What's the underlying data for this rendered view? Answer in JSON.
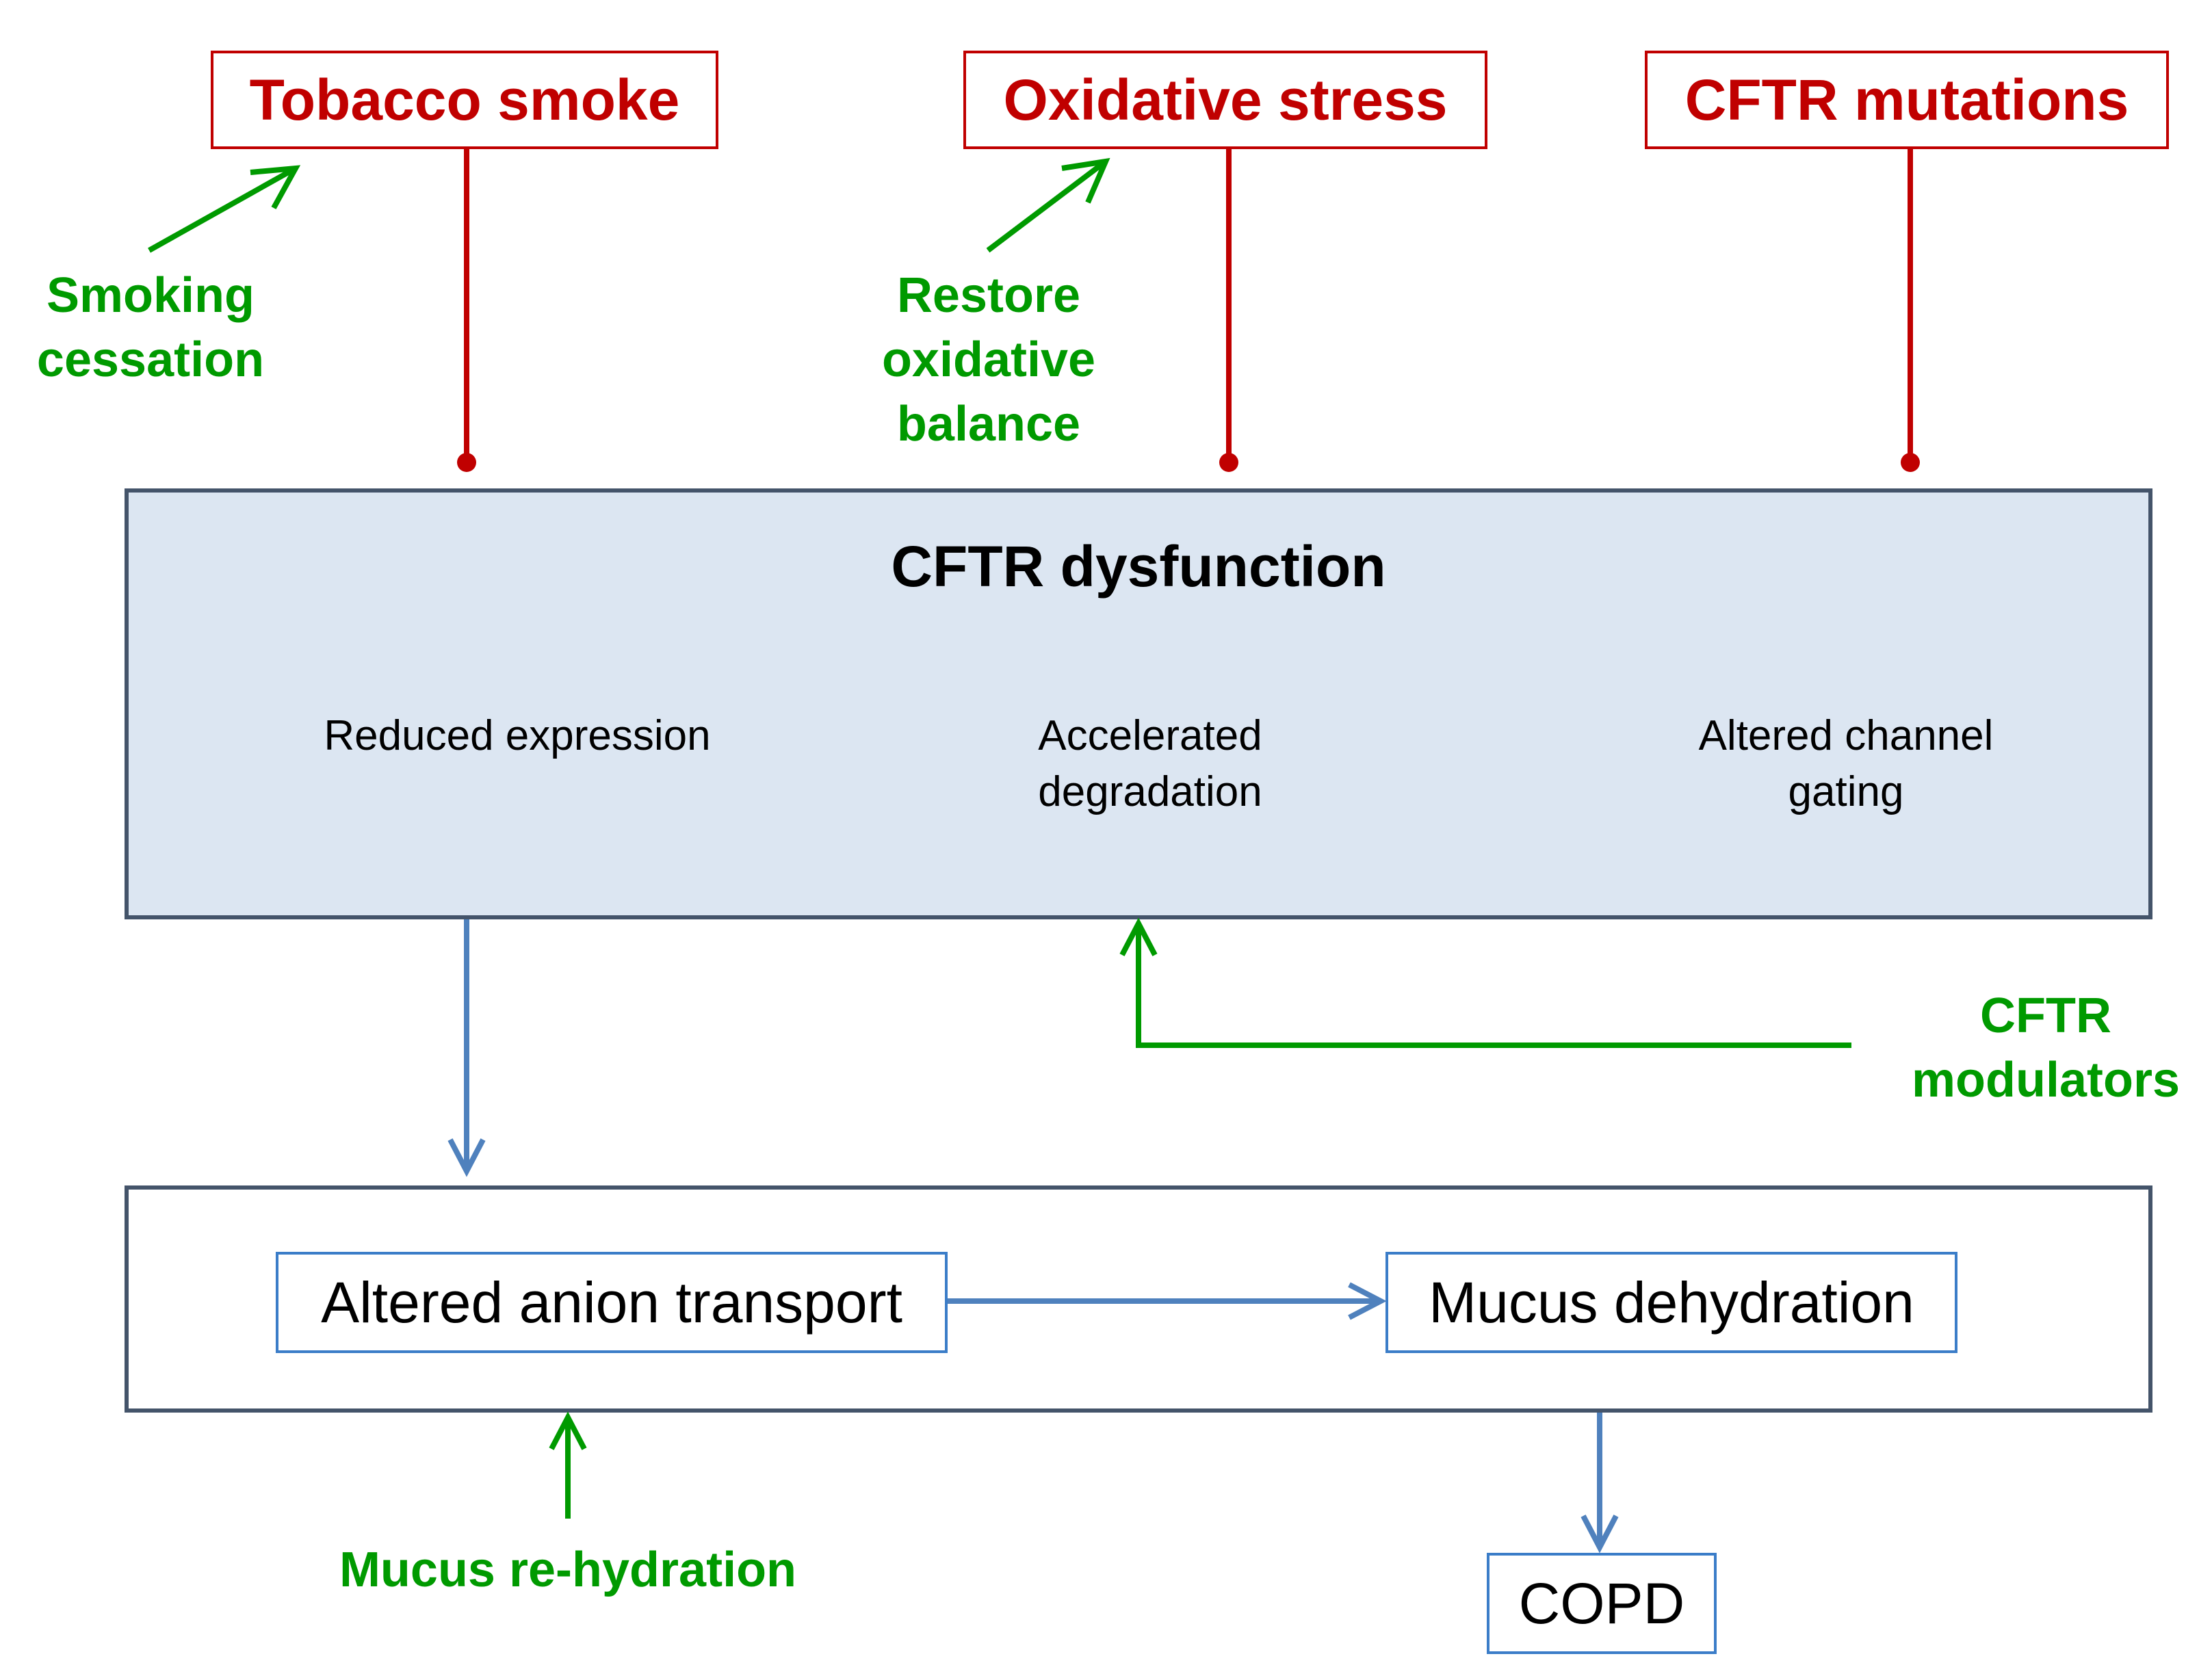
{
  "causes": {
    "tobacco": "Tobacco smoke",
    "oxidative": "Oxidative stress",
    "mutations": "CFTR mutations"
  },
  "interventions": {
    "smoking": "Smoking\ncessation",
    "restore": "Restore\noxidative\nbalance",
    "modulators": "CFTR\nmodulators",
    "rehydration": "Mucus re-hydration"
  },
  "dysfunction": {
    "title": "CFTR dysfunction",
    "mechanisms": [
      "Reduced expression",
      "Accelerated\ndegradation",
      "Altered channel\ngating"
    ]
  },
  "consequences": {
    "anion": "Altered anion transport",
    "mucus": "Mucus dehydration",
    "copd": "COPD"
  },
  "colors": {
    "cause": "#c00000",
    "intervention": "#009a00",
    "flow": "#4f81bd",
    "box_fill": "#dce6f2",
    "box_border": "#44546a"
  }
}
